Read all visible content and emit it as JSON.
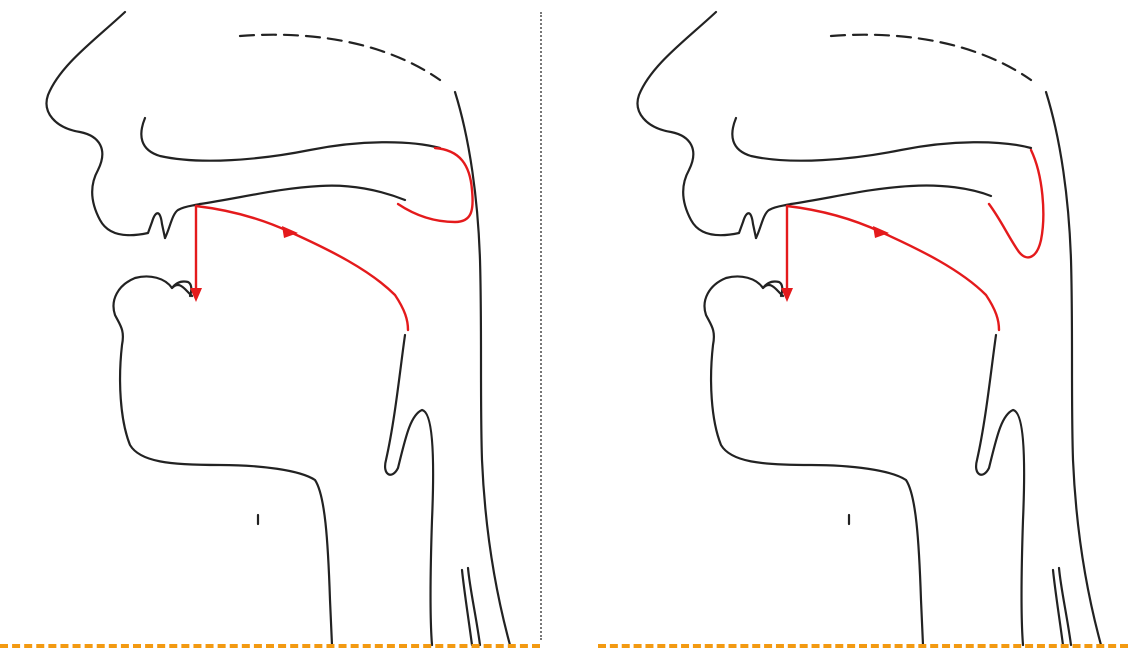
{
  "colors": {
    "outline": "#222222",
    "highlight": "#e41a1c",
    "baseline": "#f39a12",
    "divider": "#777777",
    "background": "#ffffff"
  },
  "panels": [
    {
      "position": "left",
      "palate_state": "raised",
      "arrows": [
        "tongue-surface-airflow-arrow",
        "downward-oral-arrow"
      ]
    },
    {
      "position": "right",
      "palate_state": "lowered",
      "arrows": [
        "tongue-surface-airflow-arrow",
        "downward-oral-arrow"
      ]
    }
  ]
}
